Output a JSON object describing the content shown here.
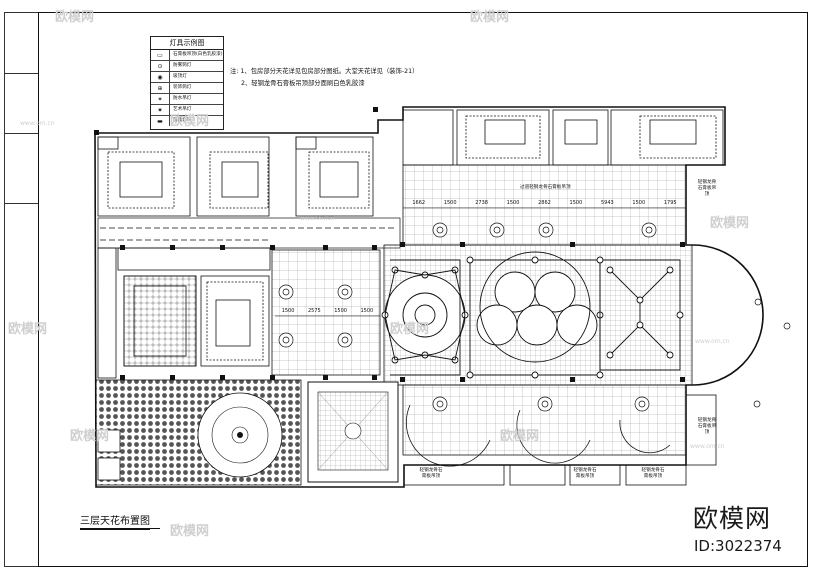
{
  "legend": {
    "title": "灯具示例图",
    "items": [
      {
        "symbol": "▭",
        "label": "石膏板吊顶(白色乳胶漆)"
      },
      {
        "symbol": "⊙",
        "label": "防雾筒灯"
      },
      {
        "symbol": "◉",
        "label": "吸顶灯"
      },
      {
        "symbol": "⊕",
        "label": "装饰筒灯"
      },
      {
        "symbol": "✶",
        "label": "防水吊灯"
      },
      {
        "symbol": "✷",
        "label": "艺术吊灯"
      },
      {
        "symbol": "▬",
        "label": "暗藏灯带"
      }
    ]
  },
  "notes": {
    "line1": "注: 1、包房部分天花详见包房部分图纸。大堂天花详见（装饰-21）",
    "line2": "2、轻钢龙骨石膏板吊顶部分面刷白色乳胶漆"
  },
  "dimensions": {
    "top_row": [
      "1662",
      "1500",
      "2738",
      "1500",
      "2862",
      "1500",
      "5943",
      "1500",
      "1795"
    ],
    "mid_row": [
      "1500",
      "2575",
      "1500",
      "1500"
    ]
  },
  "room_tags": {
    "corridor": "过道轻钢龙骨石膏板吊顶",
    "right_1": "轻钢龙骨石膏板吊顶",
    "right_2": "轻钢龙骨石膏板吊顶",
    "bottom_1": "轻钢龙骨石膏板吊顶",
    "bottom_2": "轻钢龙骨石膏板吊顶",
    "bottom_3": "轻钢龙骨石膏板吊顶"
  },
  "drawing_title": "三层天花布置图",
  "brand": {
    "name": "欧模网",
    "id": "ID:3022374",
    "watermark": "欧模网",
    "watermark_url": "www.om.cn"
  },
  "colors": {
    "line": "#111111",
    "hatch": "#444444",
    "watermark": "#cfcfcf"
  }
}
